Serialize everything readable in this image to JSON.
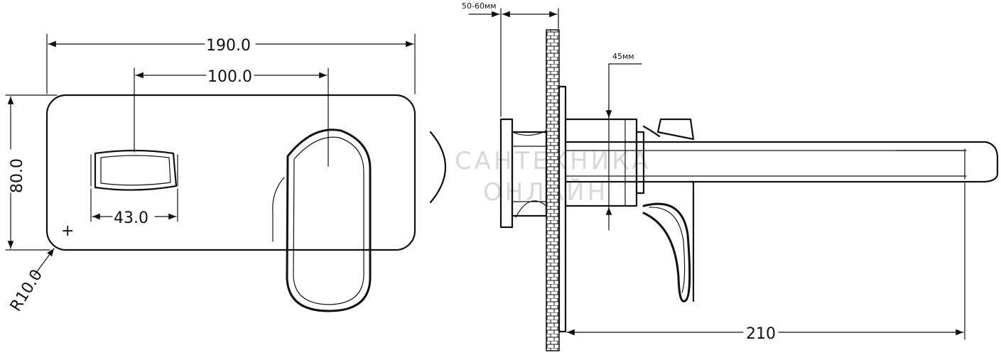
{
  "front_view": {
    "dim_overall_width": "190.0",
    "dim_center_distance": "100.0",
    "dim_height": "80.0",
    "dim_cartridge_width": "43.0",
    "dim_corner_radius": "R10.0",
    "center_mark": "+"
  },
  "side_view": {
    "dim_wall_depth": "50-60мм",
    "dim_body_height": "45мм",
    "dim_spout_length": "210"
  },
  "watermark": {
    "line1": "САНТЕХНИКА",
    "line2": "ОНЛАЙН"
  }
}
